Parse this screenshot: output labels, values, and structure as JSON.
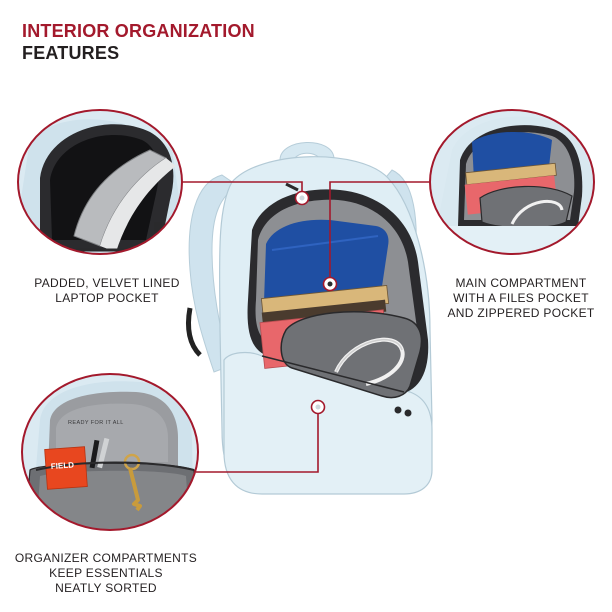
{
  "title": {
    "line1": "INTERIOR ORGANIZATION",
    "line2": "FEATURES"
  },
  "captions": {
    "laptop": [
      "PADDED, VELVET LINED",
      "LAPTOP POCKET"
    ],
    "main": [
      "MAIN COMPARTMENT",
      "WITH A FILES POCKET",
      "AND ZIPPERED POCKET"
    ],
    "organizer": [
      "ORGANIZER COMPARTMENTS",
      "KEEP ESSENTIALS",
      "NEATLY SORTED"
    ]
  },
  "product_text": {
    "organizer_tag": "READY FOR IT ALL",
    "notebook": "FIELD"
  },
  "colors": {
    "accent_red": "#a3192c",
    "title_dark": "#231f20",
    "pack_blue": "#dfeef5",
    "lining_gray": "#8d8f93",
    "files_blue": "#1f4fa3",
    "book_pink": "#e8676b"
  }
}
